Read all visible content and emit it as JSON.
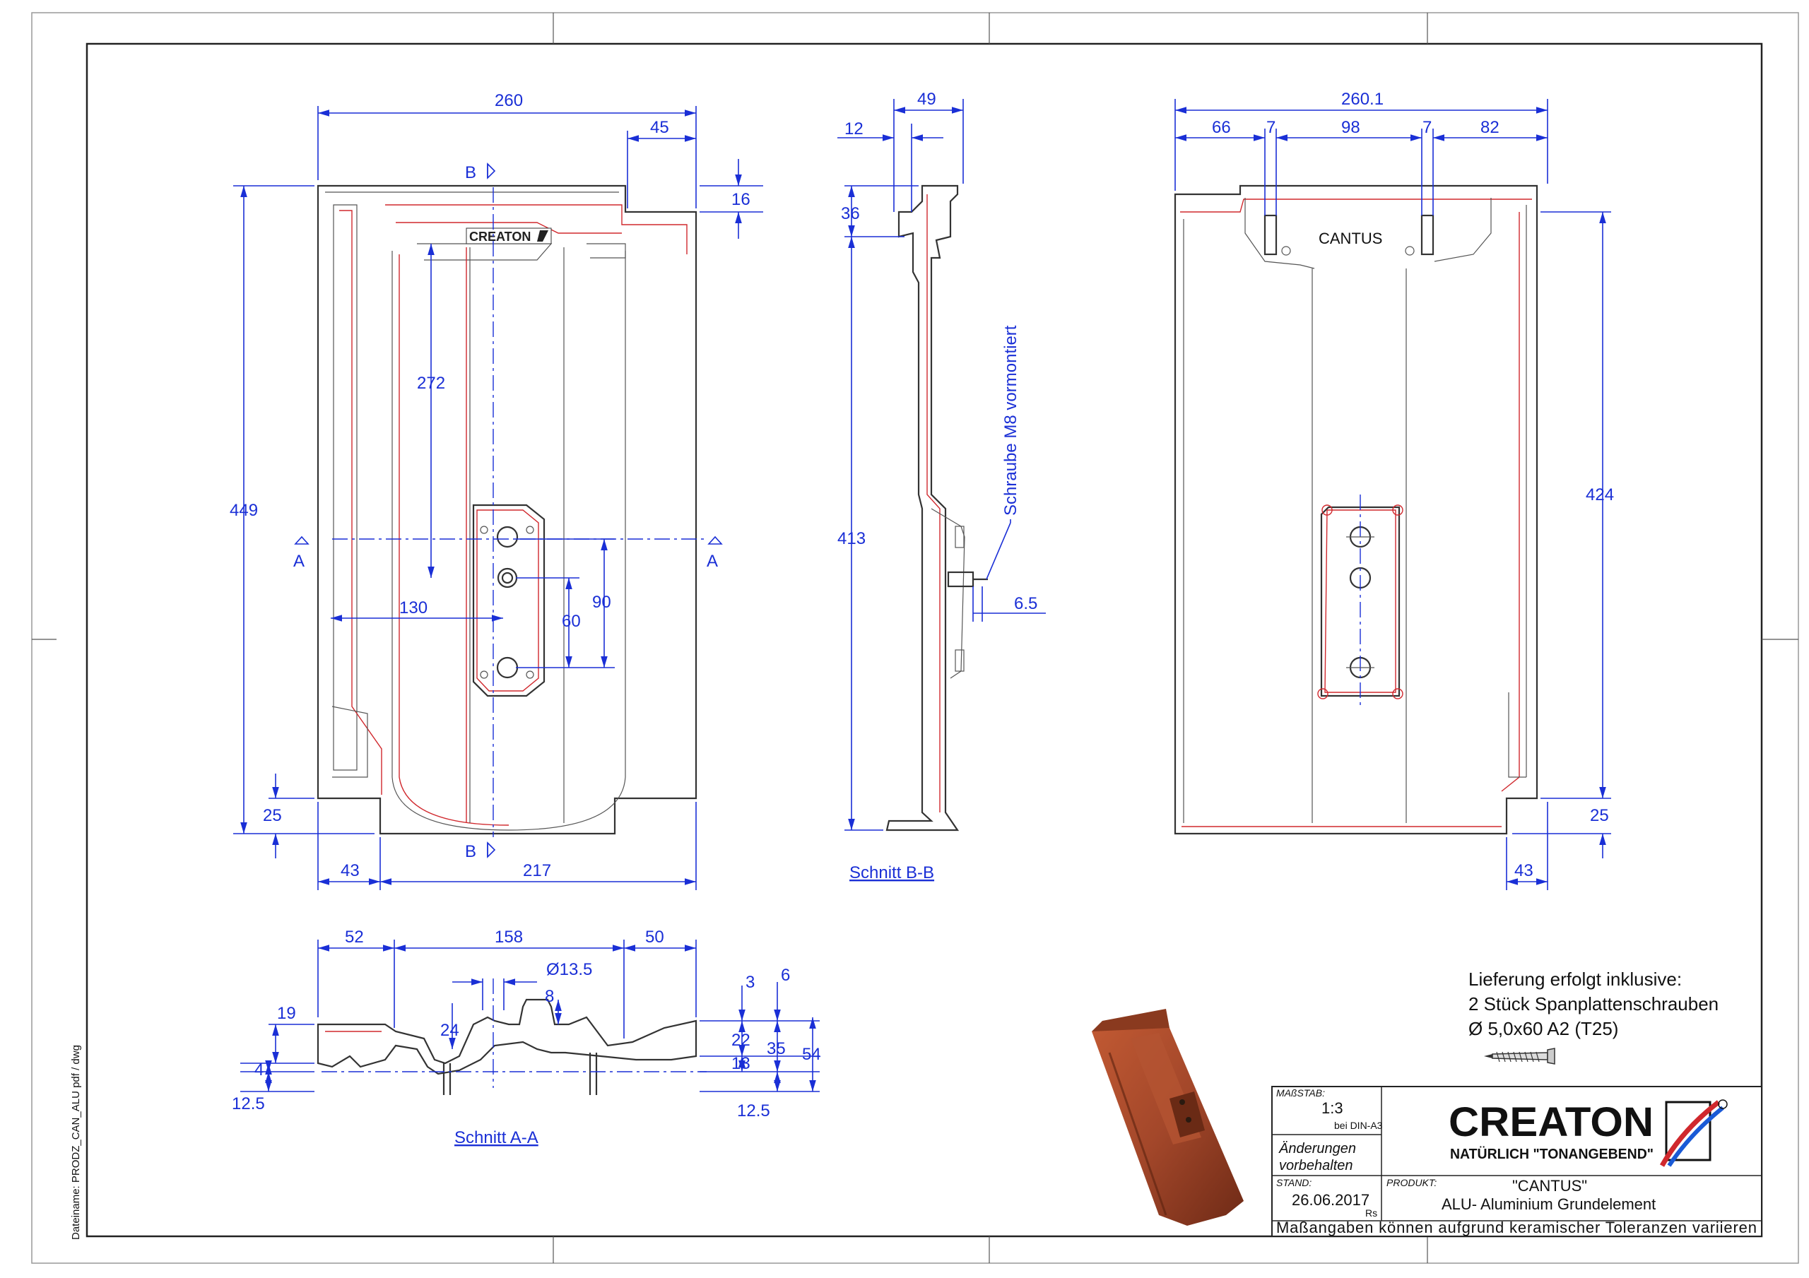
{
  "front_view": {
    "dims": [
      "260",
      "45",
      "16",
      "449",
      "272",
      "130",
      "90",
      "60",
      "25",
      "43",
      "217"
    ],
    "section_marks": [
      "B",
      "B",
      "A",
      "A"
    ],
    "logo_text": "CREATON"
  },
  "section_bb": {
    "dims": [
      "49",
      "12",
      "36",
      "413",
      "6.5"
    ],
    "note": "Schraube M8 vormontiert",
    "title": "Schnitt B-B"
  },
  "rear_view": {
    "dims": [
      "260.1",
      "66",
      "7",
      "98",
      "7",
      "82",
      "424",
      "25",
      "43"
    ],
    "label": "CANTUS"
  },
  "section_aa": {
    "dims": [
      "52",
      "158",
      "50",
      "Ø13.5",
      "8",
      "3",
      "6",
      "19",
      "24",
      "22",
      "35",
      "54",
      "13",
      "4",
      "12.5",
      "12.5"
    ],
    "title": "Schnitt A-A"
  },
  "delivery_note": {
    "line1": "Lieferung erfolgt inklusive:",
    "line2": "2 Stück Spanplattenschrauben",
    "line3": "Ø 5,0x60 A2 (T25)"
  },
  "title_block": {
    "scale_label": "MAßSTAB:",
    "scale": "1:3",
    "paper": "bei DIN-A3",
    "changes_1": "Änderungen",
    "changes_2": "vorbehalten",
    "date_label": "STAND:",
    "date": "26.06.2017",
    "initials": "Rs",
    "product_label": "PRODUKT:",
    "product": "\"CANTUS\"",
    "product_desc": "ALU- Aluminium Grundelement",
    "brand": "CREATON",
    "slogan": "NATÜRLICH \"TONANGEBEND\"",
    "tolerance_note": "Maßangaben können aufgrund keramischer Toleranzen variieren"
  },
  "side_label": "Dateiname: PRODZ_CAN_ALU pdf / dwg",
  "colors": {
    "dimension": "#1a2fd6",
    "part_outline": "#333333",
    "hidden_line": "#d0282d",
    "tile": "#a3472a"
  }
}
